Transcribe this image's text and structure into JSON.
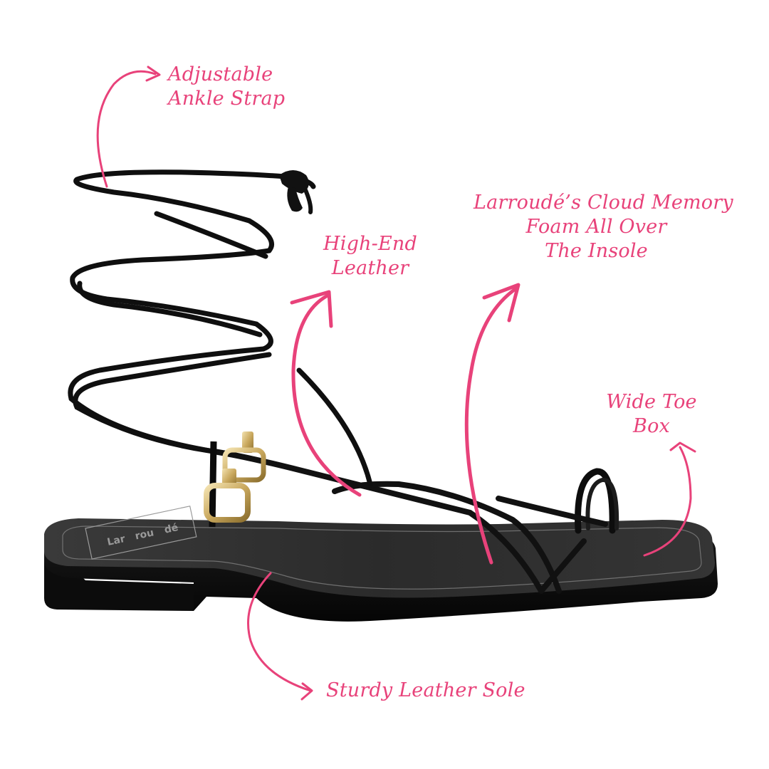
{
  "image": {
    "subject": "Black leather lace-up toe-ring flat sandal",
    "background_color": "#ffffff",
    "accent_color": "#e8427a"
  },
  "callouts": {
    "ankle_strap": {
      "line1": "Adjustable",
      "line2": "Ankle Strap"
    },
    "leather": {
      "line1": "High-End",
      "line2": "Leather"
    },
    "memory_foam": {
      "line1": "Larroudé’s Cloud Memory",
      "line2": "Foam All Over",
      "line3": "The Insole"
    },
    "toe_box": {
      "line1": "Wide Toe",
      "line2": "Box"
    },
    "sole": {
      "line1": "Sturdy Leather Sole"
    }
  },
  "insole_stamp": {
    "line1": "Lar",
    "line2": "rou",
    "line3": "dé"
  }
}
